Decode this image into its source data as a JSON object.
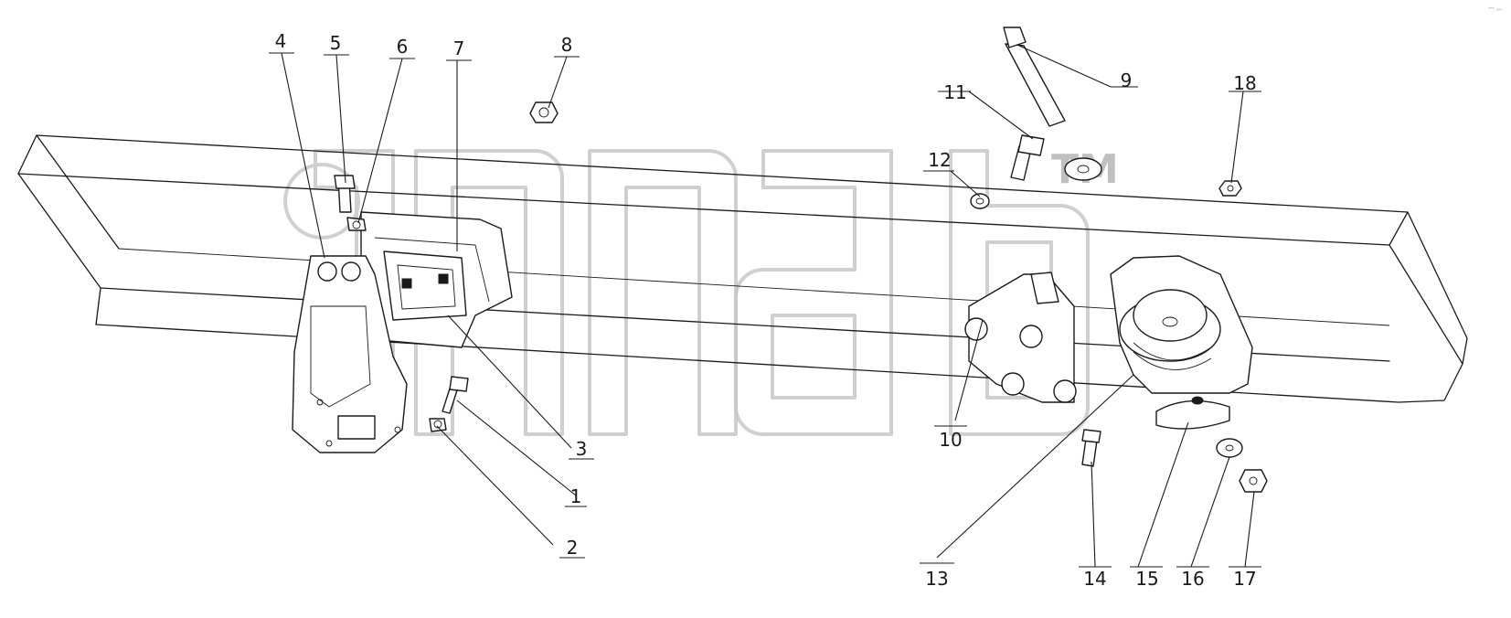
{
  "diagram": {
    "watermark": {
      "text": "TM"
    },
    "corner_mark": "⌒ ᵒᵒ",
    "callouts": [
      {
        "id": "c1",
        "label": "1"
      },
      {
        "id": "c2",
        "label": "2"
      },
      {
        "id": "c3",
        "label": "3"
      },
      {
        "id": "c4",
        "label": "4"
      },
      {
        "id": "c5",
        "label": "5"
      },
      {
        "id": "c6",
        "label": "6"
      },
      {
        "id": "c7",
        "label": "7"
      },
      {
        "id": "c8",
        "label": "8"
      },
      {
        "id": "c9",
        "label": "9"
      },
      {
        "id": "c10",
        "label": "10"
      },
      {
        "id": "c11",
        "label": "11"
      },
      {
        "id": "c12",
        "label": "12"
      },
      {
        "id": "c13",
        "label": "13"
      },
      {
        "id": "c14",
        "label": "14"
      },
      {
        "id": "c15",
        "label": "15"
      },
      {
        "id": "c16",
        "label": "16"
      },
      {
        "id": "c17",
        "label": "17"
      },
      {
        "id": "c18",
        "label": "18"
      }
    ]
  }
}
